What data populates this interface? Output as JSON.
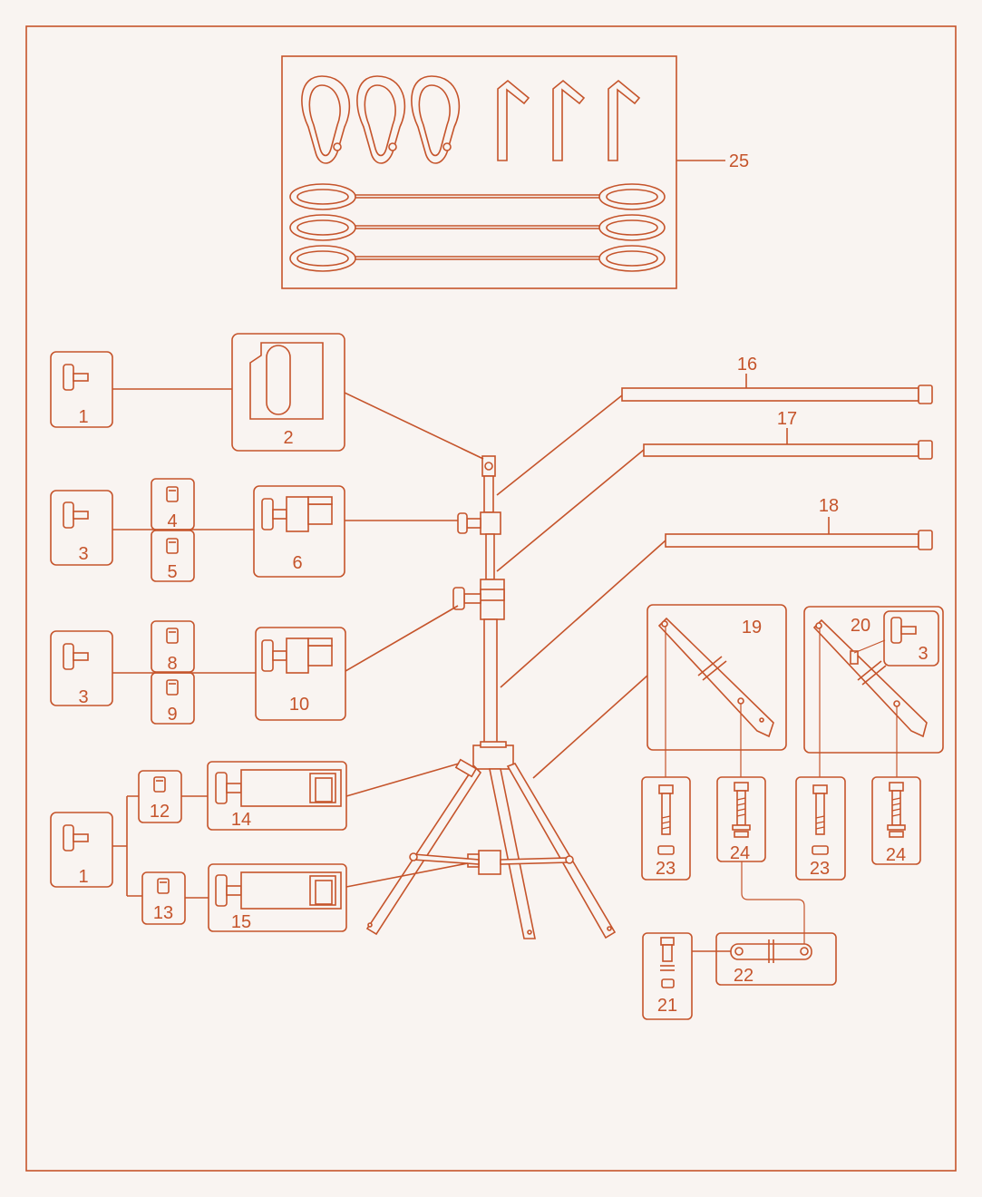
{
  "diagram": {
    "title": "",
    "colors": {
      "stroke": "#c5542b",
      "background": "#f9f4f1"
    },
    "callouts": {
      "n1": "1",
      "n2": "2",
      "n3": "3",
      "n4": "4",
      "n5": "5",
      "n6": "6",
      "n8": "8",
      "n9": "9",
      "n10": "10",
      "n12": "12",
      "n13": "13",
      "n14": "14",
      "n15": "15",
      "n16": "16",
      "n17": "17",
      "n18": "18",
      "n19": "19",
      "n20": "20",
      "n21": "21",
      "n22": "22",
      "n23": "23",
      "n24": "24",
      "n25": "25"
    }
  }
}
